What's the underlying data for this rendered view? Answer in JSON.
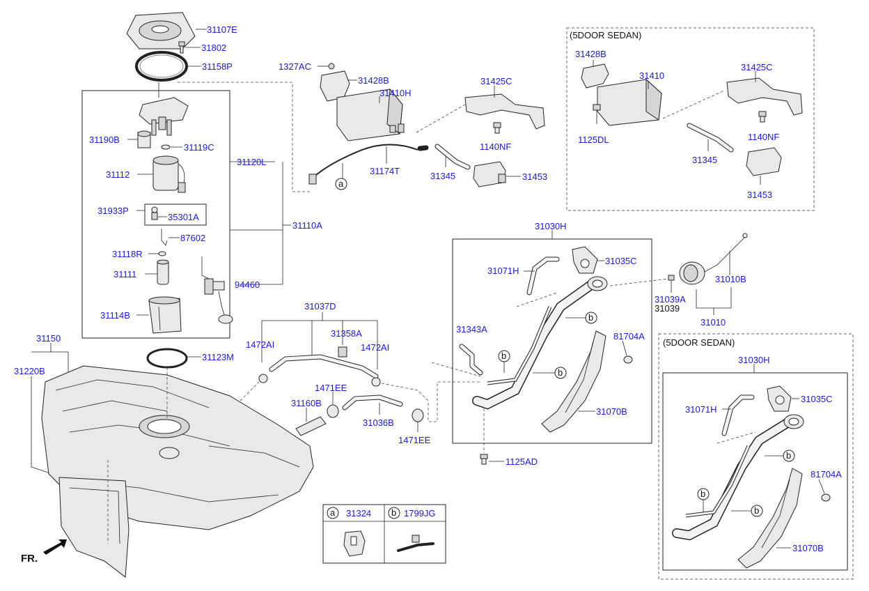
{
  "diagram": {
    "orientation_label": "FR.",
    "variant_box_label": "(5DOOR SEDAN)",
    "callout_a": "a",
    "callout_b": "b",
    "parts": {
      "p31107E": "31107E",
      "p31802": "31802",
      "p31158P": "31158P",
      "p1327AC": "1327AC",
      "p31428B": "31428B",
      "p31410H": "31410H",
      "p31425C": "31425C",
      "p31190B": "31190B",
      "p31119C": "31119C",
      "p31120L": "31120L",
      "p31112": "31112",
      "p1140NF": "1140NF",
      "p31174T": "31174T",
      "p31345": "31345",
      "p31453": "31453",
      "p31933P": "31933P",
      "p35301A": "35301A",
      "p31110A": "31110A",
      "p87602": "87602",
      "p31118R": "31118R",
      "p31111": "31111",
      "p94460": "94460",
      "p31114B": "31114B",
      "p31410": "31410",
      "p1125DL": "1125DL",
      "p31030H": "31030H",
      "p31071H": "31071H",
      "p31035C": "31035C",
      "p31010B": "31010B",
      "p31039A": "31039A",
      "p31039": "31039",
      "p31010": "31010",
      "p31037D": "31037D",
      "p31358A": "31358A",
      "p1472AI": "1472AI",
      "p31343A": "31343A",
      "p81704A": "81704A",
      "p31150": "31150",
      "p31220B": "31220B",
      "p31123M": "31123M",
      "p1471EE": "1471EE",
      "p31160B": "31160B",
      "p31036B": "31036B",
      "p31070B": "31070B",
      "p1125AD": "1125AD",
      "p31324": "31324",
      "p1799JG": "1799JG"
    }
  }
}
